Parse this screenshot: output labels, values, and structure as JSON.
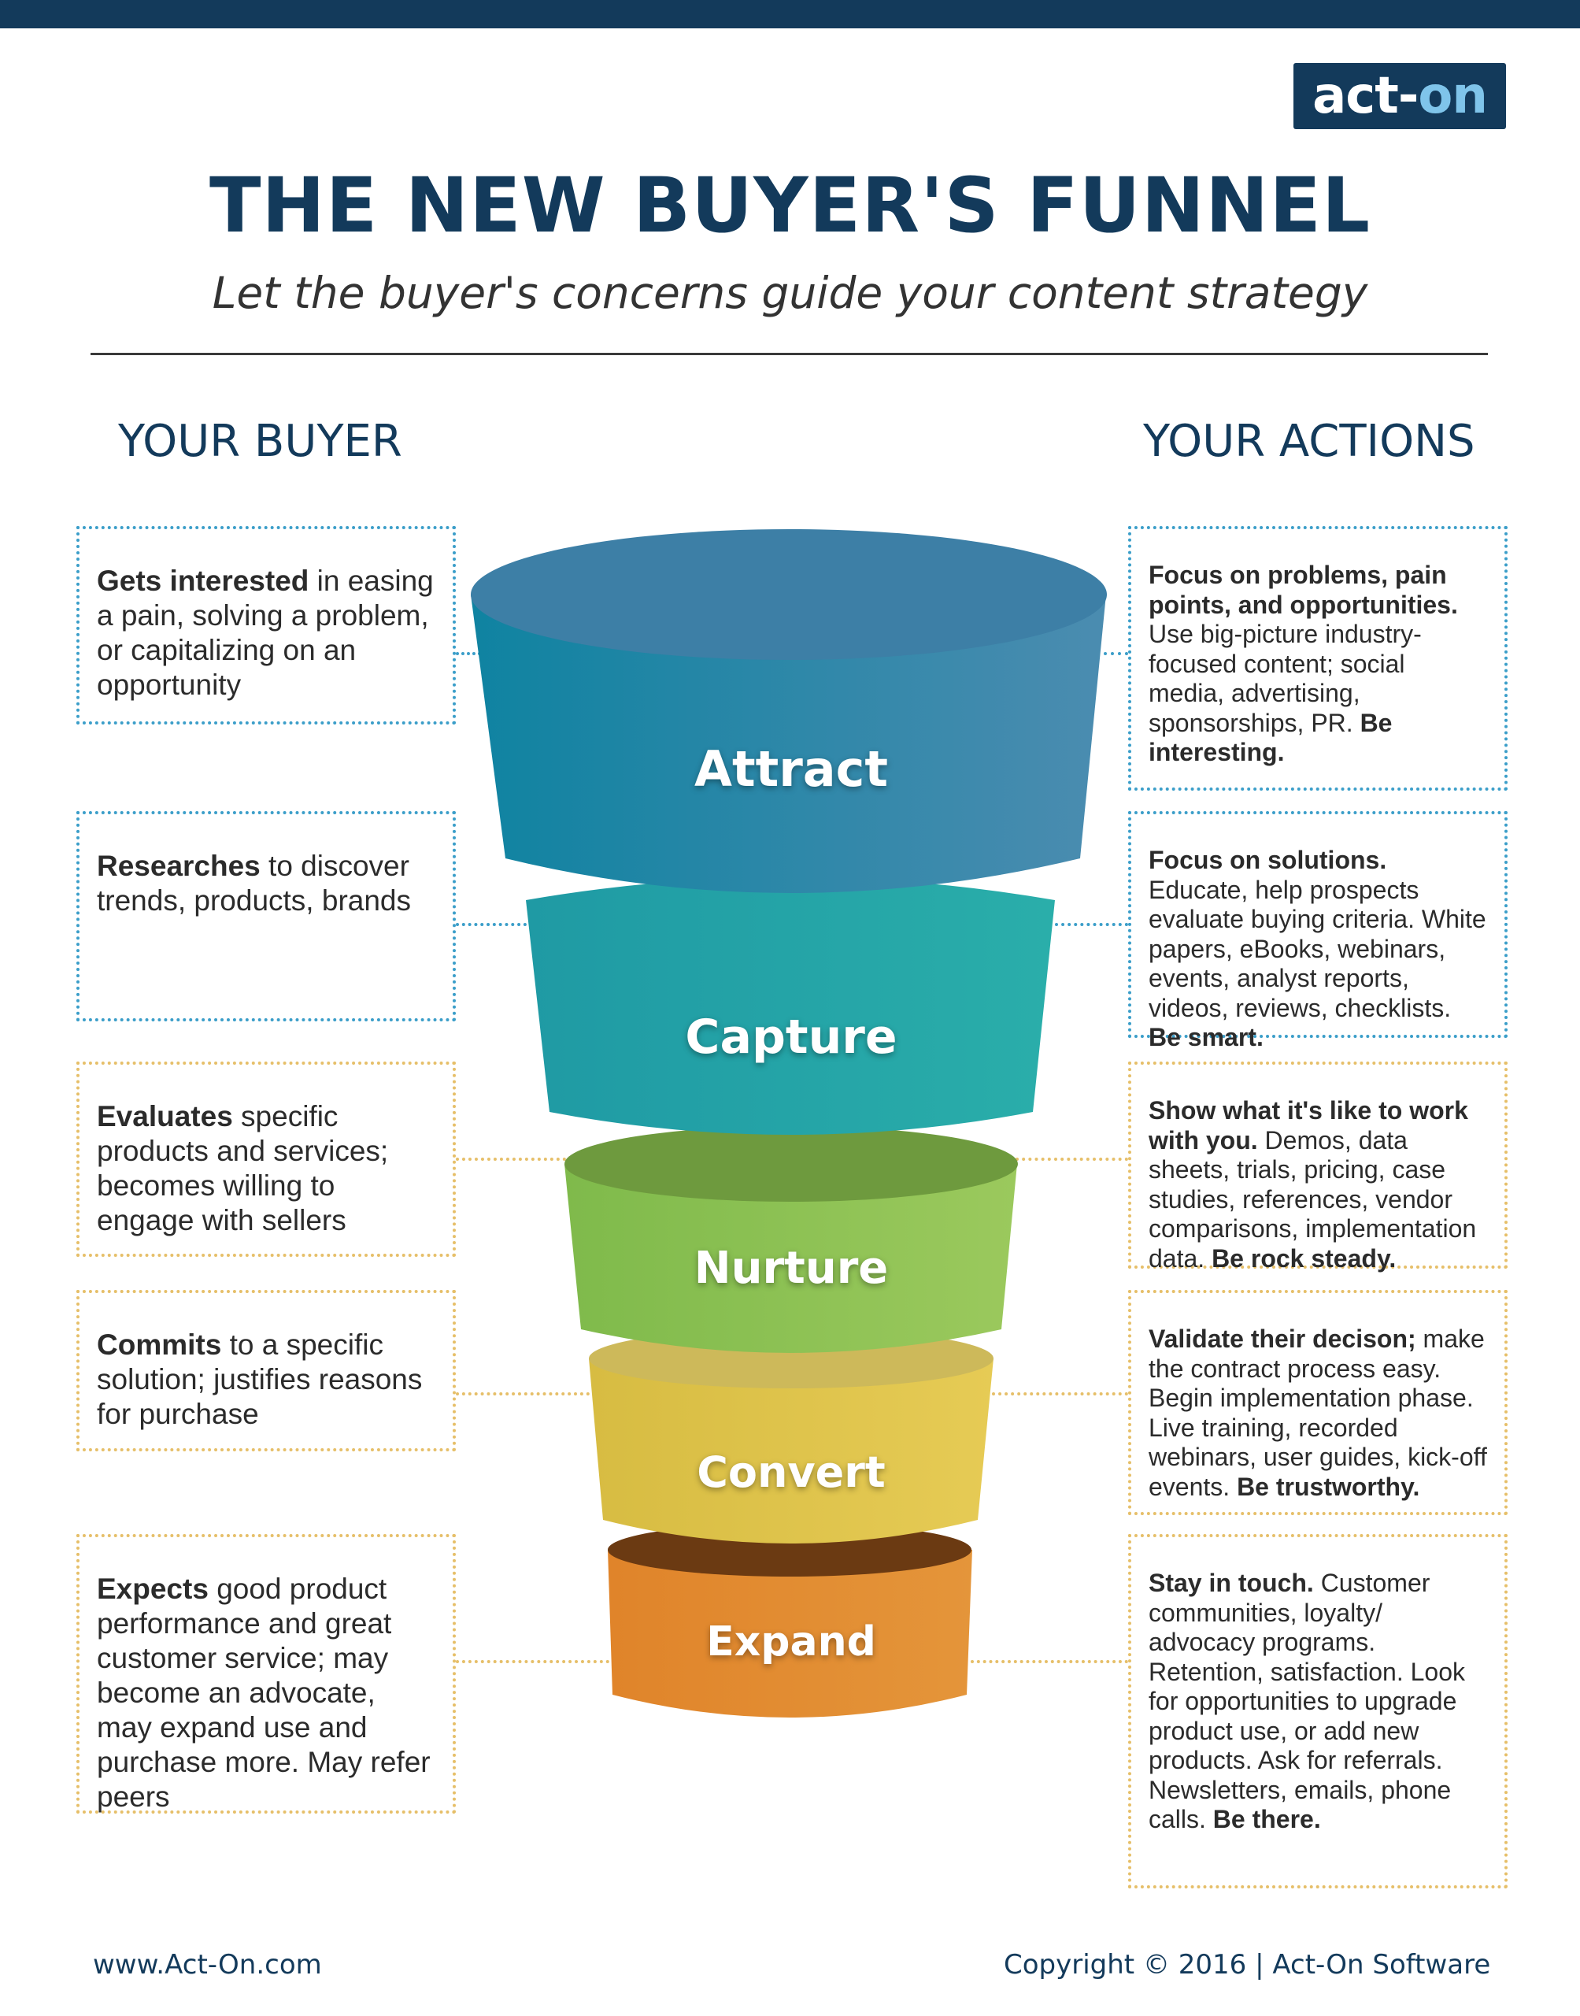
{
  "brand": {
    "logo_left": "act-",
    "logo_right": "on"
  },
  "header": {
    "title": "THE NEW BUYER'S FUNNEL",
    "subtitle": "Let the buyer's concerns guide your content strategy"
  },
  "columns": {
    "left": "YOUR BUYER",
    "right": "YOUR ACTIONS"
  },
  "stages": [
    {
      "name": "Attract",
      "color": "#2a8aaa",
      "buyer": {
        "bold": "Gets interested",
        "rest": " in easing a pain, solving a problem, or capitalizing on an opportunity"
      },
      "action": [
        {
          "t": "Focus on problems, pain points, and opportunities.",
          "b": true
        },
        {
          "t": " Use big-picture industry-focused content; social media, advertising, sponsorships, PR. ",
          "b": false
        },
        {
          "t": "Be interesting.",
          "b": true
        }
      ]
    },
    {
      "name": "Capture",
      "color": "#22a3a5",
      "buyer": {
        "bold": "Researches",
        "rest": " to discover trends, products, brands"
      },
      "action": [
        {
          "t": "Focus on solutions.",
          "b": true
        },
        {
          "t": " Educate, help prospects evaluate buying criteria. White papers, eBooks, webinars, events, analyst reports, videos,  reviews, checklists. ",
          "b": false
        },
        {
          "t": "Be smart.",
          "b": true
        }
      ]
    },
    {
      "name": "Nurture",
      "color": "#8cc156",
      "buyer": {
        "bold": "Evaluates",
        "rest": " specific products and services; becomes willing to engage with sellers"
      },
      "action": [
        {
          "t": "Show what it's like to work with you.",
          "b": true
        },
        {
          "t": " Demos, data sheets, trials, pricing, case studies, references, vendor comparisons,   implementation data. ",
          "b": false
        },
        {
          "t": "Be rock steady.",
          "b": true
        }
      ]
    },
    {
      "name": "Convert",
      "color": "#dcc24a",
      "buyer": {
        "bold": "Commits",
        "rest": " to a specific solution; justifies reasons for purchase"
      },
      "action": [
        {
          "t": "Validate their decison;",
          "b": true
        },
        {
          "t": " make the contract process easy. Begin implementation phase. Live training, recorded webinars, user guides, kick-off events. ",
          "b": false
        },
        {
          "t": "Be trustworthy.",
          "b": true
        }
      ]
    },
    {
      "name": "Expand",
      "color": "#e08a2e",
      "buyer": {
        "bold": "Expects",
        "rest": " good product performance and great customer service; may become an advocate, may expand use and purchase more. May refer peers"
      },
      "action": [
        {
          "t": "Stay in touch.",
          "b": true
        },
        {
          "t": " Customer communities, loyalty/ advocacy programs. Retention, satisfaction. Look for opportunities to upgrade product use, or add new products. Ask for referrals. Newsletters, emails, phone calls. ",
          "b": false
        },
        {
          "t": "Be there.",
          "b": true
        }
      ]
    }
  ],
  "footer": {
    "website": "www.Act-On.com",
    "copyright": "Copyright © 2016  |  Act-On Software"
  }
}
